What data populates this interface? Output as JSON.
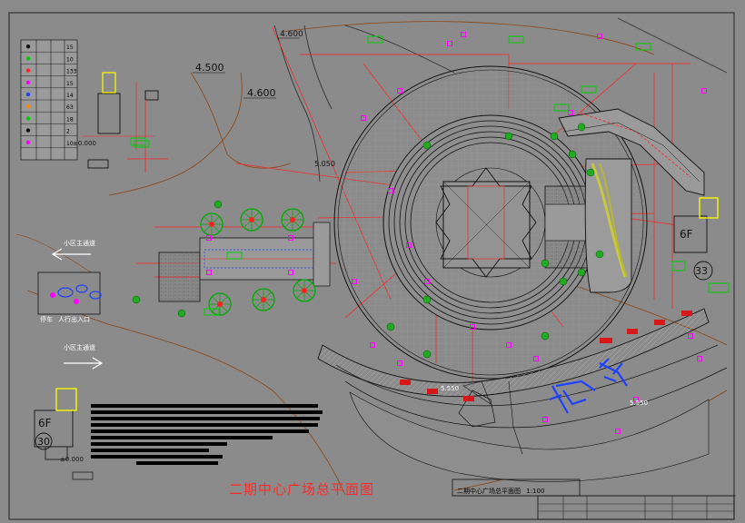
{
  "drawing": {
    "title": "二期中心广场总平面图",
    "titleblock_title": "二期中心广场总平面图",
    "titleblock_scale": "1:100"
  },
  "elevations": {
    "e1": "4.600",
    "e2": "4.500",
    "e3": "4.600",
    "e4": "5.050",
    "e5": "5.550",
    "e6": "5.550"
  },
  "buildings": {
    "b_left_label": "6F",
    "b_left_number": "30",
    "b_right_label": "6F",
    "b_right_number": "33",
    "datum_top": "±0.000",
    "datum_bottom": "±0.000"
  },
  "roads": {
    "road_top": "小区主通道",
    "road_bottom": "小区主通道",
    "road_label_left": "停车",
    "entrance": "人行出入口"
  },
  "legend": {
    "counts": [
      "15",
      "10",
      "133",
      "15",
      "14",
      "63",
      "18",
      "2",
      "10"
    ]
  },
  "colors": {
    "background": "#8b8b8b",
    "red_lines": "#ff2020",
    "black_lines": "#111111",
    "green": "#00cc00",
    "magenta": "#ff00ff",
    "yellow": "#ffff00",
    "blue": "#1e40ff",
    "brown": "#8b4513"
  }
}
